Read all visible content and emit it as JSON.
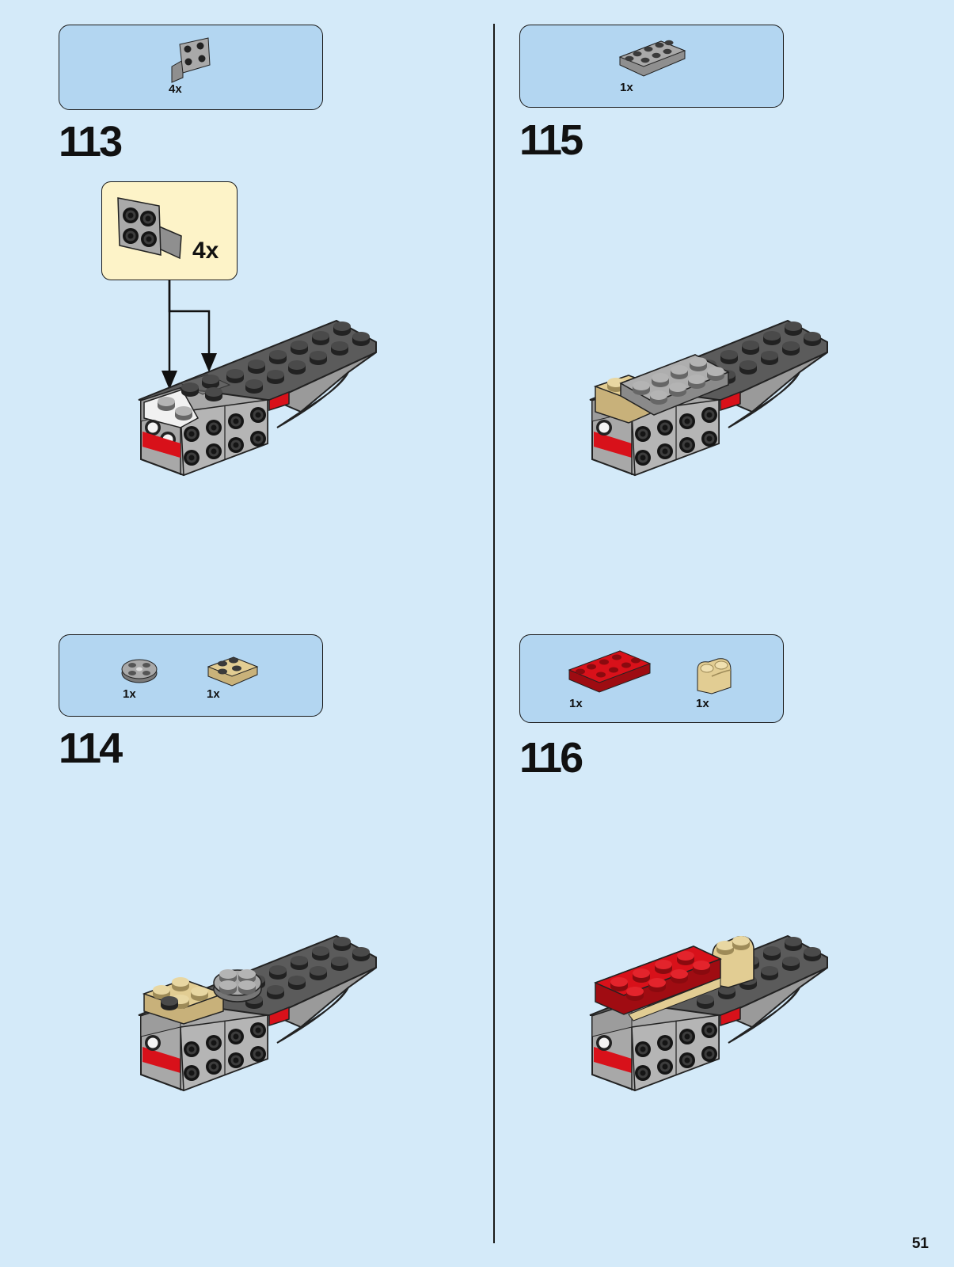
{
  "page": {
    "number": "51"
  },
  "steps": [
    {
      "number": "113",
      "parts": [
        {
          "icon": "gray-angle-plate-2x2-icon",
          "qty": "4x"
        }
      ],
      "callout": {
        "icon": "gray-angle-plate-2x2-icon",
        "qty": "4x"
      }
    },
    {
      "number": "114",
      "parts": [
        {
          "icon": "gray-round-plate-2x2-icon",
          "qty": "1x"
        },
        {
          "icon": "tan-jumper-plate-2x2-icon",
          "qty": "1x"
        }
      ]
    },
    {
      "number": "115",
      "parts": [
        {
          "icon": "gray-plate-2x4-icon",
          "qty": "1x"
        }
      ]
    },
    {
      "number": "116",
      "parts": [
        {
          "icon": "red-plate-2x4-icon",
          "qty": "1x"
        },
        {
          "icon": "tan-curved-brick-icon",
          "qty": "1x"
        }
      ]
    }
  ],
  "colors": {
    "background": "#d4eaf9",
    "parts_box": "#b3d6f1",
    "callout": "#fdf3c8",
    "red": "#d8111a",
    "tan": "#e2cd93",
    "light_gray": "#a9a9a9",
    "dark_gray": "#555555"
  }
}
